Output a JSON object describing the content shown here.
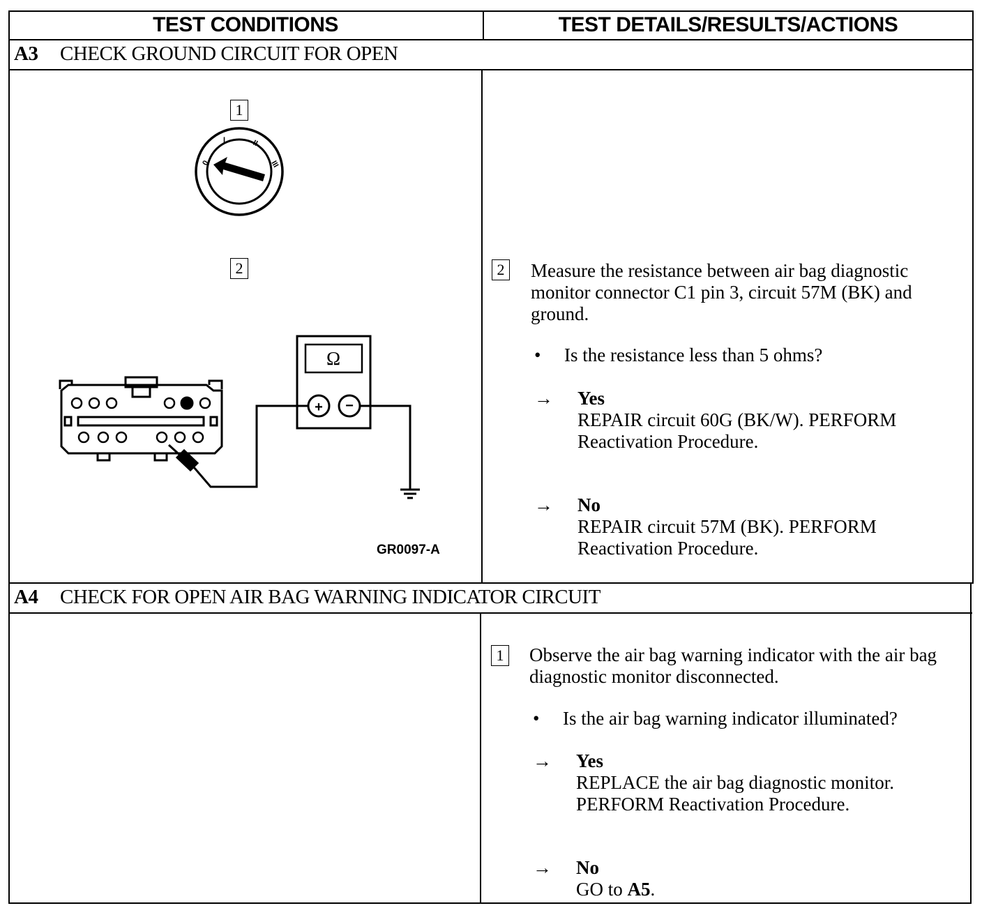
{
  "headers": {
    "left": "TEST CONDITIONS",
    "right": "TEST DETAILS/RESULTS/ACTIONS"
  },
  "sections": [
    {
      "id": "A3",
      "title": "CHECK GROUND CIRCUIT FOR OPEN",
      "figure": {
        "step_labels": [
          "1",
          "2"
        ],
        "ohm_symbol": "Ω",
        "meter_plus": "+",
        "meter_minus": "−",
        "figure_id": "GR0097-A"
      },
      "step": {
        "number": "2",
        "instruction": "Measure the resistance between air bag diagnostic monitor connector C1 pin 3, circuit 57M (BK) and ground.",
        "question": "Is the resistance less than 5 ohms?",
        "answers": [
          {
            "label": "Yes",
            "action": "REPAIR circuit 60G (BK/W). PERFORM Reactivation Procedure."
          },
          {
            "label": "No",
            "action": "REPAIR circuit 57M (BK). PERFORM Reactivation Procedure."
          }
        ]
      }
    },
    {
      "id": "A4",
      "title": "CHECK FOR OPEN AIR BAG WARNING INDICATOR CIRCUIT",
      "step": {
        "number": "1",
        "instruction": "Observe the air bag warning indicator with the air bag diagnostic monitor disconnected.",
        "question": "Is the air bag warning indicator illuminated?",
        "answers": [
          {
            "label": "Yes",
            "action": "REPLACE the air bag diagnostic monitor. PERFORM Reactivation Procedure."
          },
          {
            "label": "No",
            "action": "GO to",
            "action_ref": "A5",
            "action_end": "."
          }
        ]
      }
    }
  ],
  "symbols": {
    "bullet": "•",
    "arrow": "→"
  }
}
